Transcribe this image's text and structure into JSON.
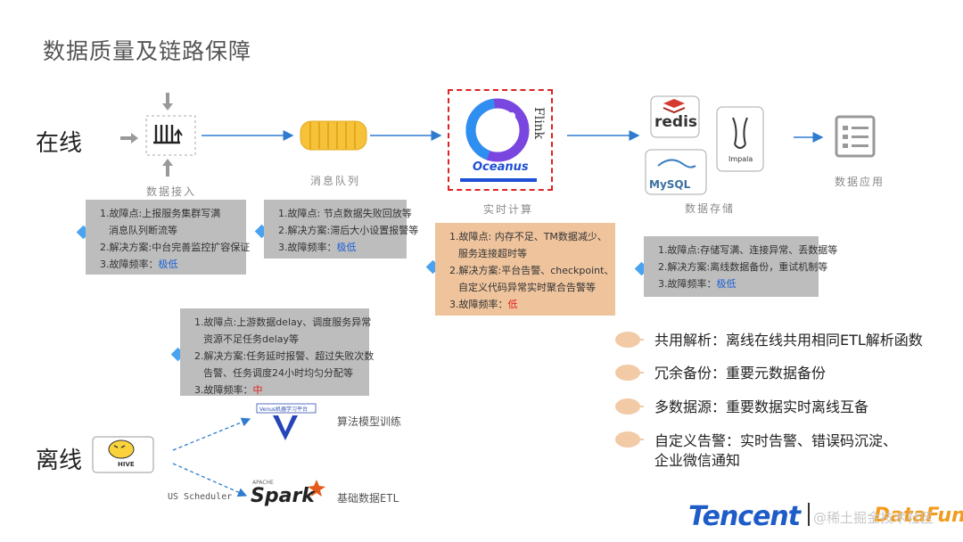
{
  "title": "数据质量及链路保障",
  "rows": {
    "online": "在线",
    "offline": "离线"
  },
  "stages": {
    "ingest": "数据接入",
    "queue": "消息队列",
    "compute": "实时计算",
    "storage": "数据存储",
    "app": "数据应用"
  },
  "logos": {
    "flink": "Flink",
    "oceanus": "Oceanus",
    "redis": "redis",
    "mysql": "MySQL",
    "impala": "Impala",
    "hive": "HIVE",
    "venus": "Venus机器学习平台",
    "spark_top": "APACHE",
    "spark": "Spark",
    "tencent": "Tencent",
    "footer_watermark": "@稀土掘金技术社区",
    "datafun": "DataFun."
  },
  "notes": {
    "ingest": {
      "l1": "1.故障点:上报服务集群写满",
      "l2": "消息队列断流等",
      "l3": "2.解决方案:中台完善监控扩容保证",
      "l4_prefix": "3.故障频率：",
      "l4_level": "极低"
    },
    "queue": {
      "l1": "1.故障点:   节点数据失败回放等",
      "l2": "2.解决方案:滞后大小设置报警等",
      "l3_prefix": "3.故障频率：",
      "l3_level": "极低"
    },
    "compute": {
      "l1": "1.故障点:   内存不足、TM数据减少、",
      "l2": "服务连接超时等",
      "l3": "2.解决方案:平台告警、checkpoint、",
      "l4": "自定义代码异常实时聚合告警等",
      "l5_prefix": "3.故障频率：",
      "l5_level": "低"
    },
    "storage": {
      "l1": "1.故障点:存储写满、连接异常、丢数据等",
      "l2": "2.解决方案:离线数据备份，重试机制等",
      "l3_prefix": "3.故障频率：",
      "l3_level": "极低"
    },
    "offline": {
      "l1": "1.故障点:上游数据delay、调度服务异常",
      "l2": "资源不足任务delay等",
      "l3": "2.解决方案:任务延时报警、超过失败次数",
      "l4": "告警、任务调度24小时均匀分配等",
      "l5_prefix": "3.故障频率：",
      "l5_level": "中"
    }
  },
  "offline_flow": {
    "scheduler": "US Scheduler",
    "ml": "算法模型训练",
    "etl": "基础数据ETL"
  },
  "bullets": [
    {
      "text": "共用解析：离线在线共用相同ETL解析函数"
    },
    {
      "text": "冗余备份：重要元数据备份"
    },
    {
      "text": "多数据源：重要数据实时离线互备"
    },
    {
      "text": "自定义告警：实时告警、错误码沉淀、",
      "text2": "企业微信通知"
    }
  ],
  "colors": {
    "arrow": "#2f7bd0",
    "note_gray": "#bdbdbd",
    "note_orange": "#efc49d",
    "accent_blue": "#4aa3f0",
    "bullet": "#f2caa6"
  }
}
